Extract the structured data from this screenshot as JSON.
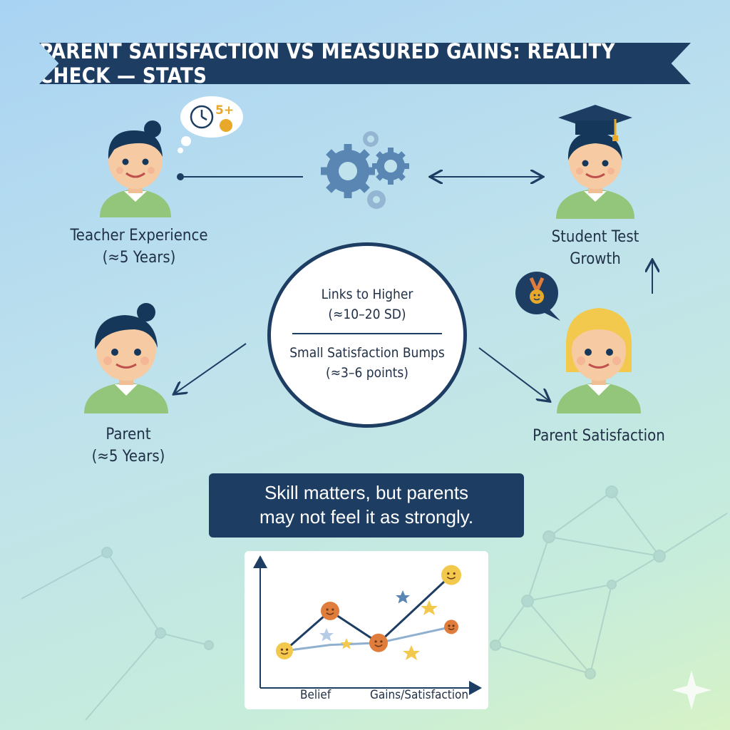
{
  "title": "PARENT SATISFACTION VS MEASURED GAINS: REALITY CHECK — STATS",
  "nodes": {
    "teacher": {
      "line1": "Teacher Experience",
      "line2": "(≈5 Years)",
      "bubble_text": "5+"
    },
    "student": {
      "line1": "Student Test Growth"
    },
    "parent": {
      "line1": "Parent",
      "line2": "(≈5 Years)"
    },
    "parent_satisfaction": {
      "line1": "Parent Satisfaction"
    }
  },
  "center": {
    "top_line1": "Links to Higher",
    "top_line2": "(≈10–20 SD)",
    "bottom_line1": "Small Satisfaction Bumps",
    "bottom_line2": "(≈3–6 points)"
  },
  "callout": {
    "line1": "Skill matters, but parents",
    "line2": "may not feel it as strongly."
  },
  "chart_data": {
    "type": "line",
    "xlabel_left": "Belief",
    "xlabel_right": "Gains/Satisfaction",
    "series": [
      {
        "values": [
          1,
          3,
          1.4,
          4.8
        ]
      },
      {
        "values": [
          1,
          1.3,
          1.4,
          2.2
        ]
      }
    ]
  },
  "colors": {
    "navy": "#1d3d63",
    "shirt_green": "#93c57a",
    "skin": "#f6cba3",
    "hair_dark": "#15375a",
    "hair_blond": "#f2c94c",
    "gear_blue": "#5a86b3"
  }
}
